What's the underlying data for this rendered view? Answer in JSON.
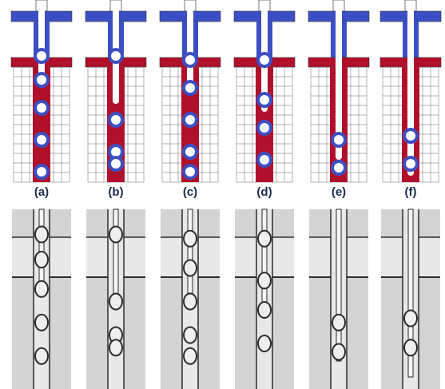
{
  "figure": {
    "panels": [
      {
        "label": "(a)"
      },
      {
        "label": "(b)"
      },
      {
        "label": "(c)"
      },
      {
        "label": "(d)"
      },
      {
        "label": "(e)"
      },
      {
        "label": "(f)"
      }
    ],
    "colors": {
      "blue_phase": "#3b4fc4",
      "red_phase": "#b0102a",
      "mesh_line": "#333333",
      "photo_background": "#d4d4d4",
      "photo_wall": "#2a2a2a",
      "photo_channel": "#e8e8e8"
    }
  }
}
